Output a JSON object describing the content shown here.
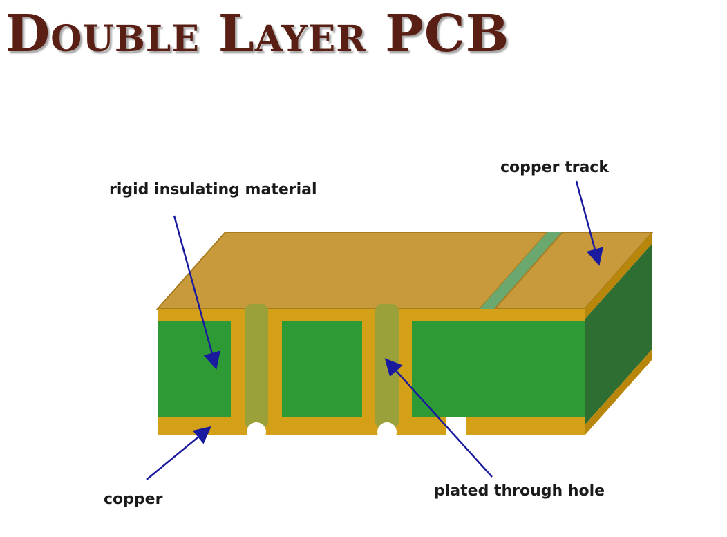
{
  "title": "Double Layer PCB",
  "labels": {
    "insulating": "rigid insulating material",
    "track": "copper track",
    "copper": "copper",
    "via": "plated through hole"
  },
  "colors": {
    "title": "#5a1f14",
    "copper_top": "#c89a3c",
    "copper_face": "#d4a017",
    "substrate_front": "#2e9a36",
    "substrate_side": "#2f6e33",
    "via_fill": "#9aa03a",
    "arrow": "#1a1a9e",
    "gap": "#6aa870"
  }
}
